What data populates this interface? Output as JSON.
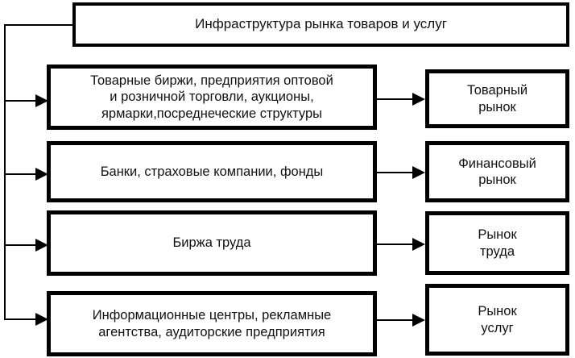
{
  "diagram": {
    "title": "Инфраструктура рынка товаров и услуг",
    "rows": [
      {
        "infrastructure": "Товарные биржи, предприятия оптовой\nи розничной торговли, аукционы,\nярмарки,посреднеческие структуры",
        "market": "Товарный\nрынок"
      },
      {
        "infrastructure": "Банки, страховые компании, фонды",
        "market": "Финансовый\nрынок"
      },
      {
        "infrastructure": "Биржа труда",
        "market": "Рынок\nтруда"
      },
      {
        "infrastructure": "Информационные центры, рекламные\nагентства, аудиторские предприятия",
        "market": "Рынок\nуслуг"
      }
    ]
  },
  "colors": {
    "stroke": "#000000",
    "fill": "#ffffff",
    "text": "#111111"
  }
}
